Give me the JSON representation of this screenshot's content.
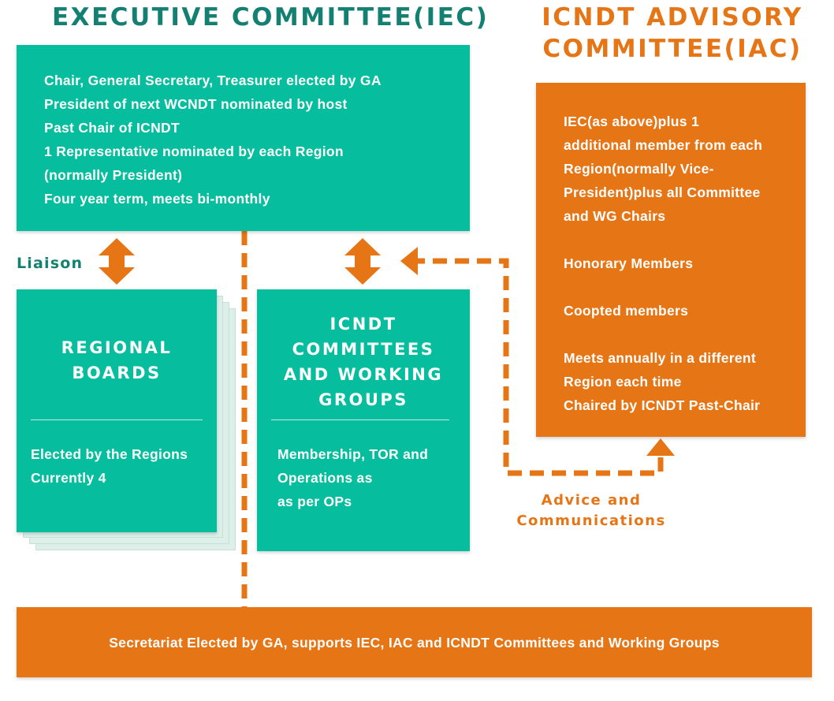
{
  "iec": {
    "title": "EXECUTIVE COMMITTEE(IEC)",
    "lines": [
      "Chair, General Secretary, Treasurer elected by GA",
      "President of next WCNDT nominated by host",
      "Past Chair of ICNDT",
      "1 Representative nominated by each Region",
      "(normally President)",
      "Four year term, meets bi-monthly"
    ]
  },
  "iac": {
    "title_line1": "ICNDT ADVISORY",
    "title_line2": "COMMITTEE(IAC)",
    "block1": [
      "IEC(as above)plus 1",
      "additional member from each",
      "Region(normally Vice-",
      "President)plus all Committee",
      "and WG Chairs"
    ],
    "block2": "Honorary Members",
    "block3": "Coopted members",
    "block4": [
      "Meets annually in a different",
      "Region each time",
      "Chaired by ICNDT Past-Chair"
    ]
  },
  "regional": {
    "heading_line1": "REGIONAL",
    "heading_line2": "BOARDS",
    "lines": [
      "Elected by the Regions",
      "Currently 4"
    ]
  },
  "committees": {
    "heading_lines": [
      "ICNDT",
      "COMMITTEES",
      "AND WORKING",
      "GROUPS"
    ],
    "lines": [
      "Membership, TOR and",
      "Operations as",
      "as per OPs"
    ]
  },
  "secretariat": {
    "text": "Secretariat Elected by GA, supports IEC, IAC and ICNDT Committees and Working Groups"
  },
  "labels": {
    "liaison": "Liaison",
    "advice_line1": "Advice and",
    "advice_line2": "Communications"
  },
  "colors": {
    "teal": "#06bd9d",
    "teal_text": "#138071",
    "orange": "#e67516"
  }
}
